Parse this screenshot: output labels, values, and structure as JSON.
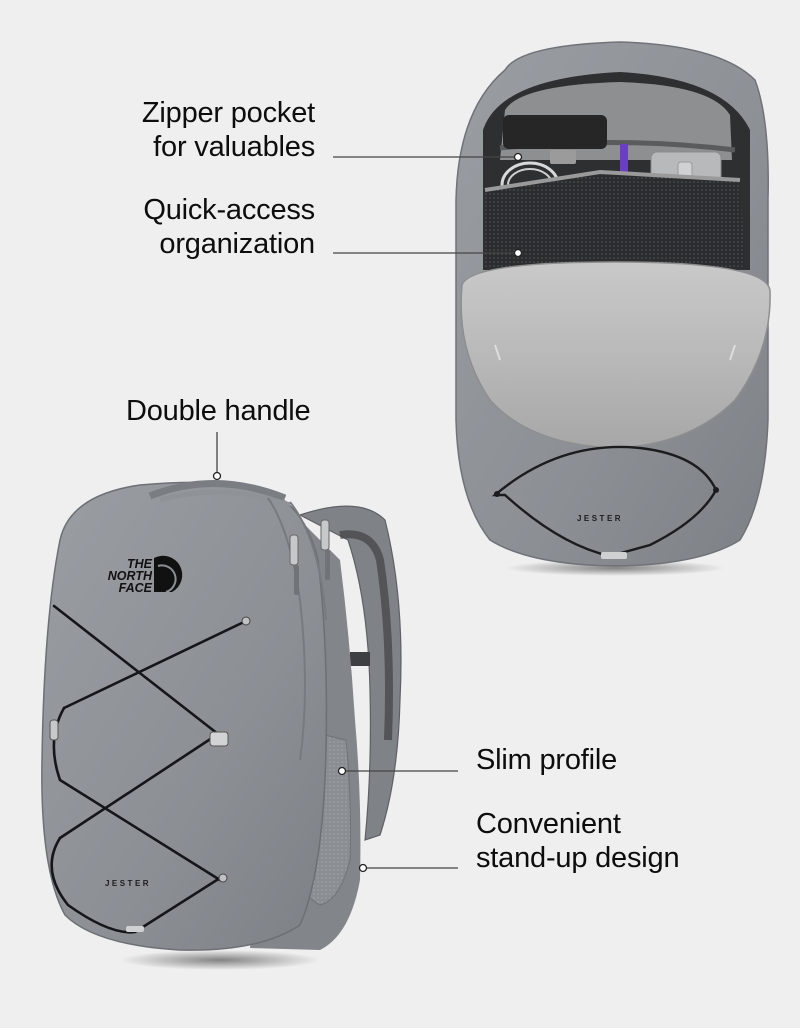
{
  "image": {
    "type": "product-feature-infographic",
    "background_color": "#efefef",
    "product": {
      "brand_logo_text": [
        "THE",
        "NORTH",
        "FACE"
      ],
      "model_text": "JESTER",
      "colorway": "#8d9196"
    },
    "callouts": [
      {
        "id": "zipper-pocket",
        "lines": [
          "Zipper pocket",
          "for valuables"
        ]
      },
      {
        "id": "quick-access",
        "lines": [
          "Quick-access",
          "organization"
        ]
      },
      {
        "id": "double-handle",
        "lines": [
          "Double handle"
        ]
      },
      {
        "id": "slim-profile",
        "lines": [
          "Slim profile"
        ]
      },
      {
        "id": "stand-up",
        "lines": [
          "Convenient",
          "stand-up design"
        ]
      }
    ]
  }
}
